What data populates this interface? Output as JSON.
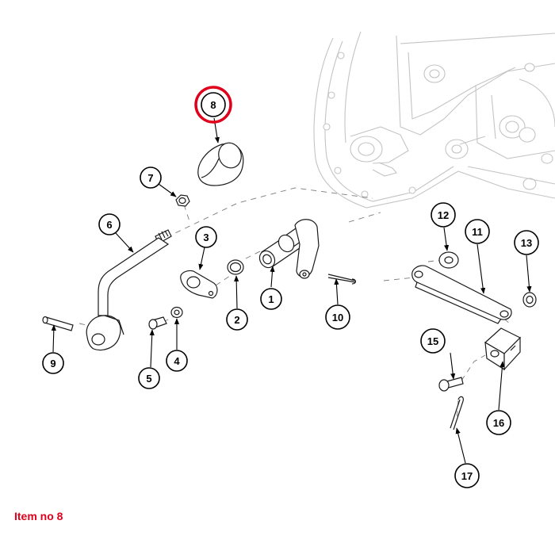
{
  "caption": "Item no 8",
  "highlight_color": "#e0001b",
  "callouts": [
    {
      "id": "c1",
      "label": "1"
    },
    {
      "id": "c2",
      "label": "2"
    },
    {
      "id": "c3",
      "label": "3"
    },
    {
      "id": "c4",
      "label": "4"
    },
    {
      "id": "c5",
      "label": "5"
    },
    {
      "id": "c6",
      "label": "6"
    },
    {
      "id": "c7",
      "label": "7"
    },
    {
      "id": "c8",
      "label": "8",
      "highlighted": true
    },
    {
      "id": "c9",
      "label": "9"
    },
    {
      "id": "c10",
      "label": "10"
    },
    {
      "id": "c11",
      "label": "11"
    },
    {
      "id": "c12",
      "label": "12"
    },
    {
      "id": "c13",
      "label": "13"
    },
    {
      "id": "c15",
      "label": "15"
    },
    {
      "id": "c16",
      "label": "16"
    },
    {
      "id": "c17",
      "label": "17"
    }
  ]
}
